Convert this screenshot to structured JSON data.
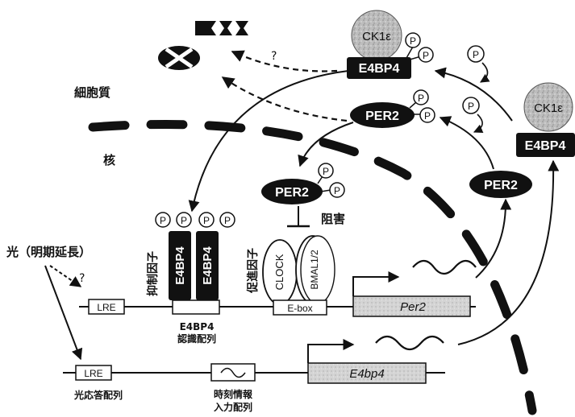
{
  "labels": {
    "cytoplasm": "細胞質",
    "nucleus": "核",
    "light": "光（明期延長）",
    "question_mark": "?",
    "inhibition": "阻害",
    "repressor": "抑制因子",
    "activator": "促進因子",
    "e4bp4_site_line1": "E4BP4",
    "e4bp4_site_line2": "認識配列",
    "light_response_element": "光応答配列",
    "time_info_line1": "時刻情報",
    "time_info_line2": "入力配列"
  },
  "proteins": {
    "ck1e": "CK1ε",
    "e4bp4": "E4BP4",
    "per2": "PER2",
    "clock": "CLOCK",
    "bmal": "BMAL1/2",
    "phospho": "P"
  },
  "dna": {
    "lre": "LRE",
    "ebox": "E-box",
    "per2_gene": "Per2",
    "e4bp4_gene": "E4bp4"
  }
}
